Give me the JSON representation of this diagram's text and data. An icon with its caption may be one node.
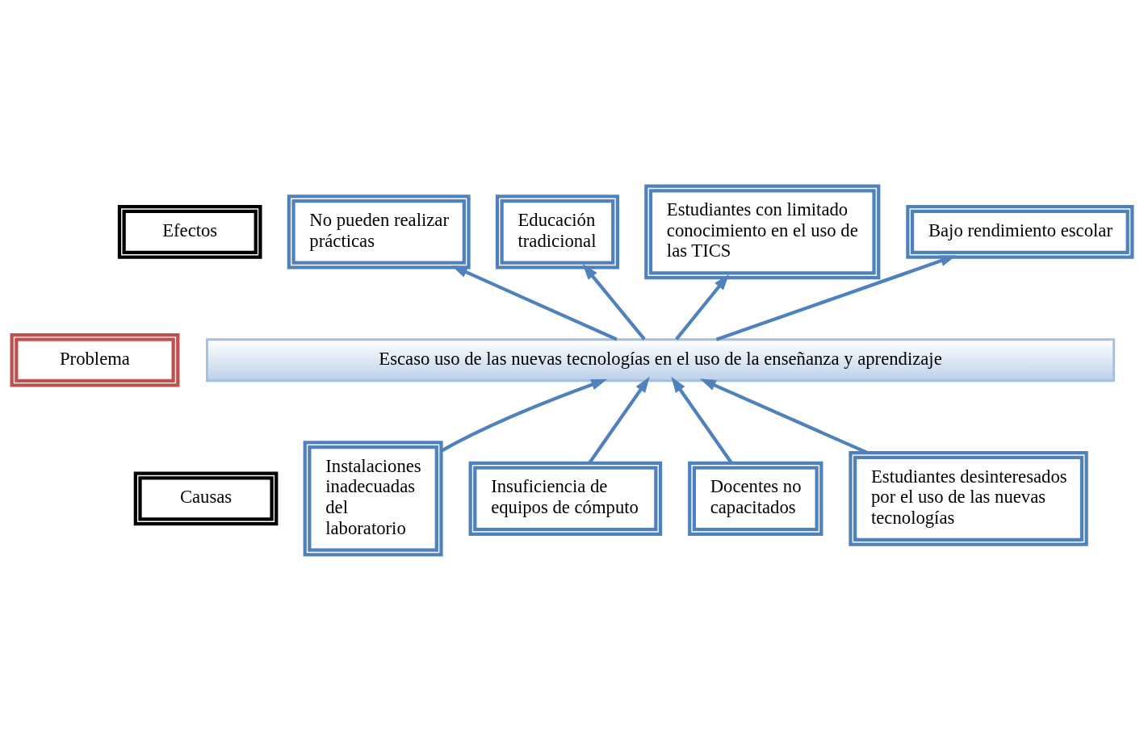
{
  "diagram": {
    "nodes": [
      {
        "text": [
          "Efectos"
        ]
      },
      {
        "text": [
          "No pueden realizar prácticas"
        ]
      },
      {
        "text": [
          "Educación tradicional"
        ]
      },
      {
        "text": [
          "Estudiantes con limitado conocimiento en el uso de las TICS"
        ]
      },
      {
        "text": [
          "Bajo rendimiento escolar"
        ]
      },
      {
        "text": [
          "Problema"
        ]
      },
      {
        "text": [
          "Escaso uso de las nuevas tecnologías en el uso de la enseñanza y aprendizaje"
        ]
      },
      {
        "text": [
          "Causas"
        ]
      },
      {
        "text": [
          "Instalaciones inadecuadas del laboratorio"
        ]
      },
      {
        "text": [
          "Insuficiencia de equipos de cómputo"
        ]
      },
      {
        "text": [
          "Docentes no capacitados"
        ]
      },
      {
        "text": [
          "Estudiantes desinteresados por el uso de las nuevas tecnologías"
        ]
      }
    ],
    "edges": [
      {
        "from": 6,
        "to": 1,
        "arrow": "to"
      },
      {
        "from": 6,
        "to": 2,
        "arrow": "to"
      },
      {
        "from": 6,
        "to": 3,
        "arrow": "to"
      },
      {
        "from": 6,
        "to": 4,
        "arrow": "to"
      },
      {
        "from": 8,
        "to": 6,
        "arrow": "to"
      },
      {
        "from": 9,
        "to": 6,
        "arrow": "to"
      },
      {
        "from": 10,
        "to": 6,
        "arrow": "to"
      },
      {
        "from": 11,
        "to": 6,
        "arrow": "to"
      }
    ]
  }
}
